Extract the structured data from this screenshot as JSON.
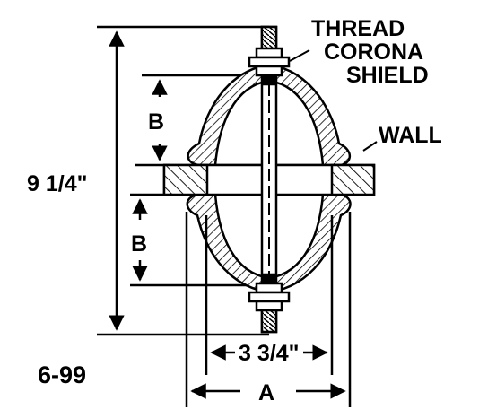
{
  "labels": {
    "thread": "THREAD",
    "corona": "CORONA",
    "shield": "SHIELD",
    "wall": "WALL"
  },
  "dimensions": {
    "height": "9  1/4\"",
    "b_upper": "B",
    "b_lower": "B",
    "inner_width": "3  3/4\"",
    "outer_width": "A"
  },
  "figure_number": "6-99",
  "colors": {
    "line": "#000000",
    "background": "#ffffff"
  }
}
